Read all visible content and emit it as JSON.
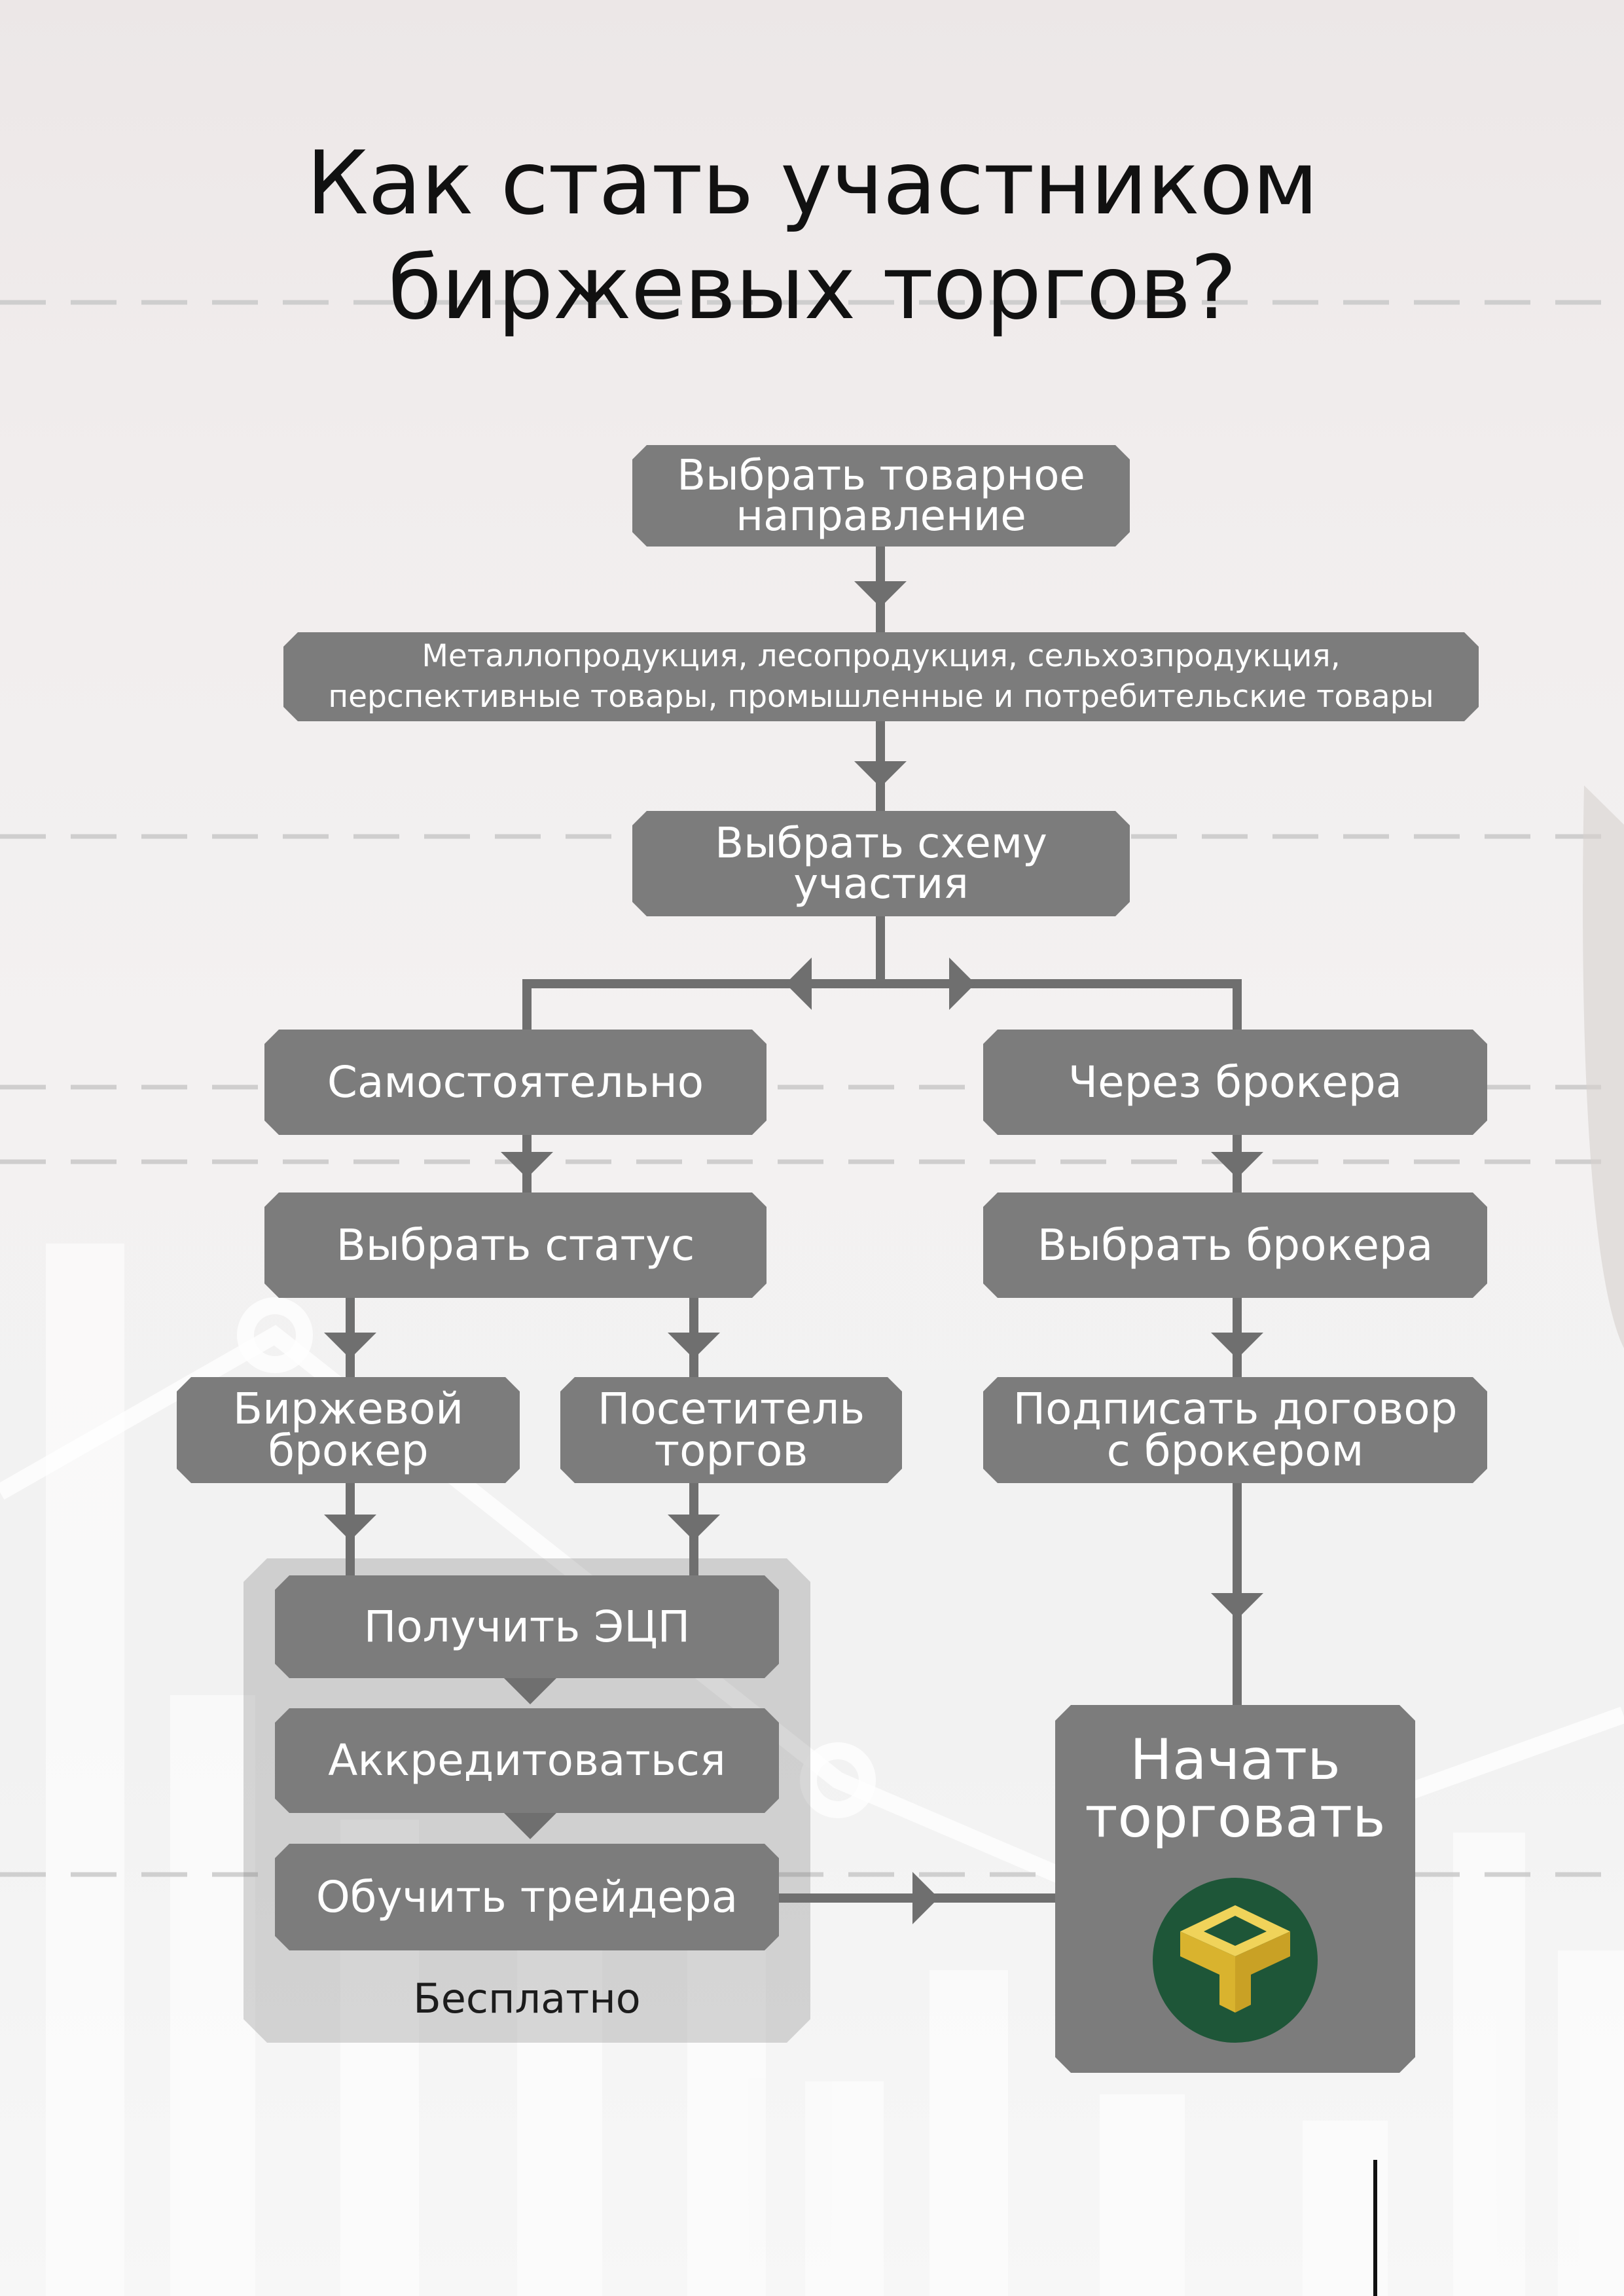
{
  "title": {
    "line1": "Как стать участником",
    "line2": "биржевых торгов?"
  },
  "steps": {
    "choose_commodity": {
      "line1": "Выбрать товарное",
      "line2": "направление"
    },
    "commodity_list": {
      "line1": "Металлопродукция, лесопродукция, сельхозпродукция,",
      "line2": "перспективные товары, промышленные и потребительские товары"
    },
    "choose_scheme": {
      "line1": "Выбрать схему",
      "line2": "участия"
    },
    "independent": "Самостоятельно",
    "via_broker": "Через брокера",
    "choose_status": "Выбрать статус",
    "choose_broker": "Выбрать брокера",
    "exchange_broker": {
      "line1": "Биржевой",
      "line2": "брокер"
    },
    "trade_visitor": {
      "line1": "Посетитель",
      "line2": "торгов"
    },
    "sign_contract": {
      "line1": "Подписать договор",
      "line2": "с брокером"
    },
    "get_signature": "Получить ЭЦП",
    "accredit": "Аккредитоваться",
    "train_trader": "Обучить трейдера",
    "free": "Бесплатно",
    "start_trading": {
      "line1": "Начать",
      "line2": "торговать"
    }
  },
  "colors": {
    "box": "#7c7c7c",
    "connector": "#6f6f6f",
    "logo_circle": "#1e5638",
    "logo_cube": "#e7c23c"
  },
  "icons": {
    "logo": "exchange-cube-logo-icon"
  }
}
